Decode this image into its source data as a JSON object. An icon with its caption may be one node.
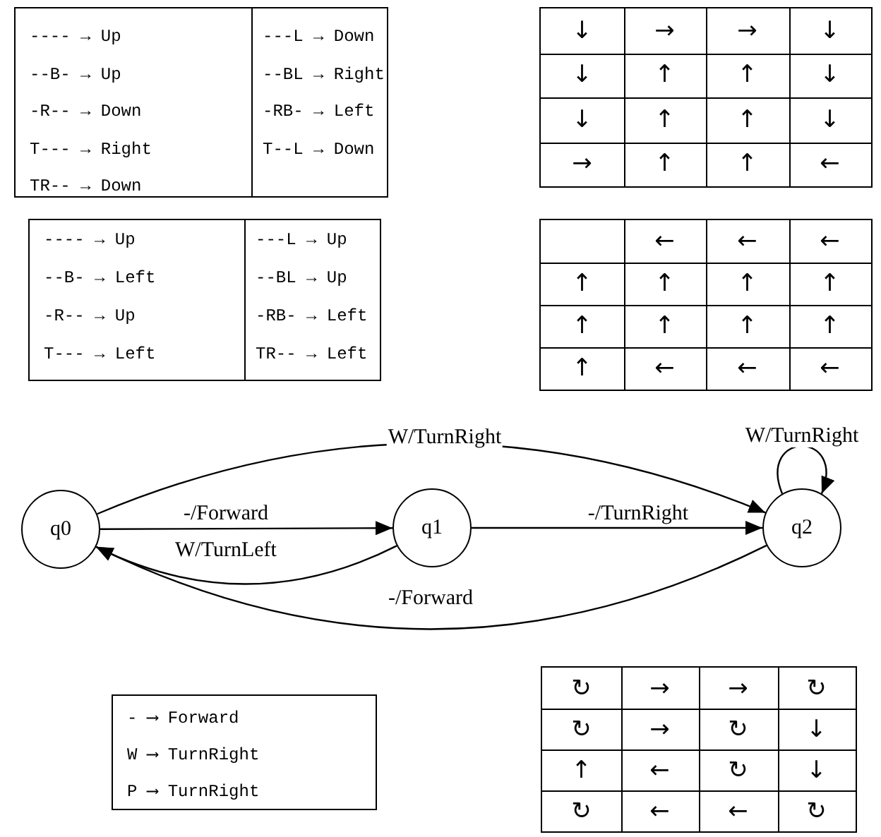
{
  "diagram": {
    "nodes": [
      {
        "text": [
          "---- → Up",
          "--B- → Up",
          "-R-- → Down",
          "T--- → Right",
          "TR-- → Down",
          "---L → Down",
          "--BL → Right",
          "-RB- → Left",
          "T--L → Down"
        ]
      },
      {
        "text": [
          "↓",
          "→",
          "→",
          "↓",
          "↓",
          "↑",
          "↑",
          "↓",
          "↓",
          "↑",
          "↑",
          "↓",
          "→",
          "↑",
          "↑",
          "←"
        ]
      },
      {
        "text": [
          "---- → Up",
          "--B- → Left",
          "-R-- → Up",
          "T--- → Left",
          "---L → Up",
          "--BL → Up",
          "-RB- → Left",
          "TR-- → Left"
        ]
      },
      {
        "text": [
          "←",
          "←",
          "←",
          "↑",
          "↑",
          "↑",
          "↑",
          "↑",
          "↑",
          "↑",
          "↑",
          "↑",
          "←",
          "←",
          "←"
        ]
      },
      {
        "text": [
          "q0"
        ]
      },
      {
        "text": [
          "q1"
        ]
      },
      {
        "text": [
          "q2"
        ]
      },
      {
        "text": [
          "- ⟶ Forward",
          "W ⟶ TurnRight",
          "P ⟶ TurnRight"
        ]
      },
      {
        "text": [
          "↻",
          "→",
          "→",
          "↻",
          "↻",
          "→",
          "↻",
          "↓",
          "↑",
          "←",
          "↻",
          "↓",
          "↻",
          "←",
          "←",
          "↻"
        ]
      }
    ],
    "edges": [
      {
        "from": 4,
        "to": 6,
        "arrow": "to",
        "label": "W/TurnRight"
      },
      {
        "from": 4,
        "to": 5,
        "arrow": "to",
        "label": "-/Forward"
      },
      {
        "from": 5,
        "to": 4,
        "arrow": "to",
        "label": "W/TurnLeft"
      },
      {
        "from": 5,
        "to": 6,
        "arrow": "to",
        "label": "-/TurnRight"
      },
      {
        "from": 6,
        "to": 6,
        "arrow": "to",
        "label": "W/TurnRight"
      },
      {
        "from": 6,
        "to": 4,
        "arrow": "to",
        "label": "-/Forward"
      }
    ]
  }
}
